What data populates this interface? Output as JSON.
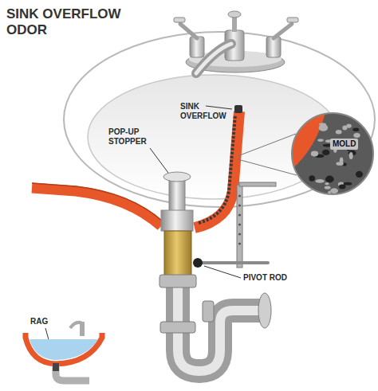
{
  "diagram": {
    "title": "SINK OVERFLOW ODOR",
    "nodes": [
      {
        "text": [
          "MOLD"
        ]
      }
    ],
    "labels": [
      "SINK OVERFLOW",
      "POP-UP STOPPER",
      "PIVOT ROD",
      "RAG"
    ]
  }
}
